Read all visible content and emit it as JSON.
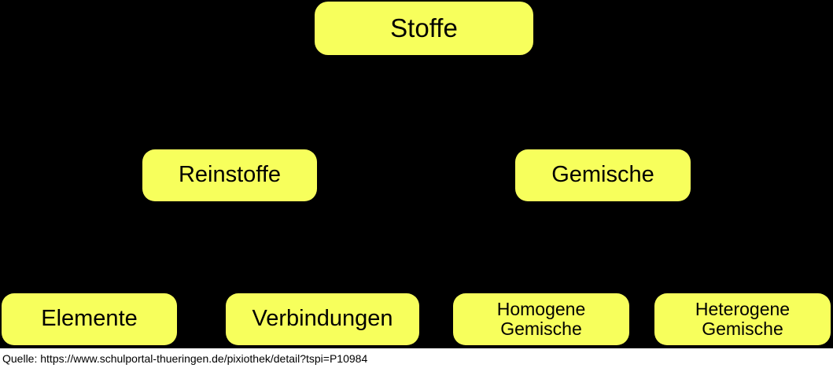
{
  "diagram": {
    "type": "hierarchy-tree",
    "title": "Stoffe",
    "background_color": "#000000",
    "node_fill_color": "#f7ff5c",
    "node_text_color": "#000000",
    "connector_color": "#000000",
    "levels": [
      {
        "level": 1,
        "nodes": [
          {
            "id": "stoffe",
            "label": "Stoffe"
          }
        ]
      },
      {
        "level": 2,
        "nodes": [
          {
            "id": "reinstoffe",
            "label": "Reinstoffe",
            "parent": "stoffe"
          },
          {
            "id": "gemische",
            "label": "Gemische",
            "parent": "stoffe"
          }
        ]
      },
      {
        "level": 3,
        "nodes": [
          {
            "id": "elemente",
            "label": "Elemente",
            "parent": "reinstoffe"
          },
          {
            "id": "verbindungen",
            "label": "Verbindungen",
            "parent": "reinstoffe"
          },
          {
            "id": "homogene-gemische",
            "label": "Homogene\nGemische",
            "parent": "gemische"
          },
          {
            "id": "heterogene-gemische",
            "label": "Heterogene\nGemische",
            "parent": "gemische"
          }
        ]
      }
    ]
  },
  "source": {
    "label": "Quelle: https://www.schulportal-thueringen.de/pixiothek/detail?tspi=P10984"
  }
}
